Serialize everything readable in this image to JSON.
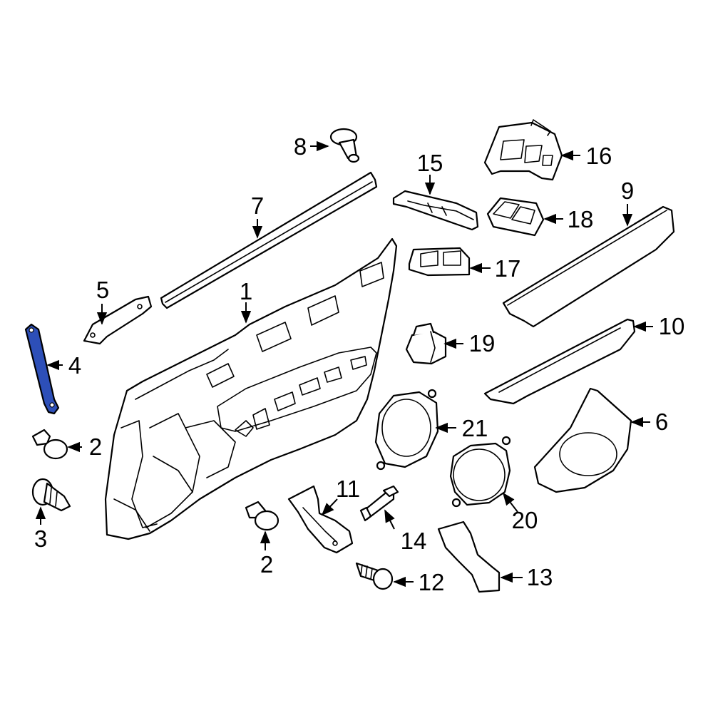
{
  "highlight_color": "#2d4fb8",
  "callouts": {
    "c1": "1",
    "c2a": "2",
    "c2b": "2",
    "c3": "3",
    "c4": "4",
    "c5": "5",
    "c6": "6",
    "c7": "7",
    "c8": "8",
    "c9": "9",
    "c10": "10",
    "c11": "11",
    "c12": "12",
    "c13": "13",
    "c14": "14",
    "c15": "15",
    "c16": "16",
    "c17": "17",
    "c18": "18",
    "c19": "19",
    "c20": "20",
    "c21": "21"
  }
}
